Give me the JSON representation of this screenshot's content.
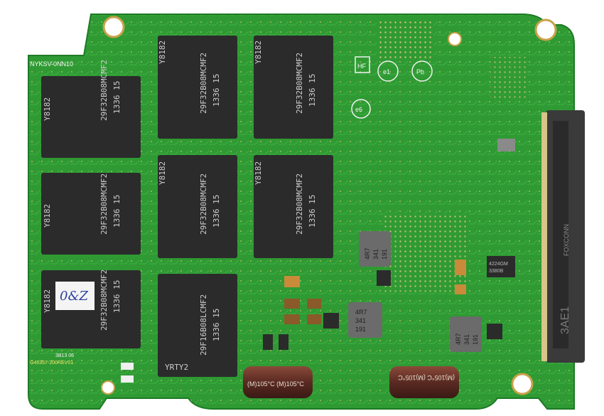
{
  "board": {
    "silkscreen_top_left": "NYKSV-0NN10",
    "silkscreen_bottom_left": "G45357-200REV01",
    "code_3b": "3B13 06",
    "connector_brand": "FOXCONN",
    "connector_code": "3AE1",
    "handwritten_note": "0&Z"
  },
  "nand_chips": [
    {
      "part": "29F32B08MCMF2",
      "date": "1336 15",
      "code": "Y8182"
    },
    {
      "part": "29F32B08MCMF2",
      "date": "1336 15",
      "code": "Y8182"
    },
    {
      "part": "29F32B08MCMF2",
      "date": "1336 15",
      "code": "Y8182"
    },
    {
      "part": "29F32B08MCMF2",
      "date": "1336 15",
      "code": "Y8182"
    },
    {
      "part": "29F32B08MCMF2",
      "date": "1336 15",
      "code": "Y8182"
    },
    {
      "part": "29F32B08MCMF2",
      "date": "1336 15",
      "code": "Y8182"
    },
    {
      "part": "29F16B08LCMF2",
      "date": "1336 15",
      "code": "YRTY2"
    }
  ],
  "inductors": [
    {
      "line1": "4R7",
      "line2": "341",
      "line3": "191"
    },
    {
      "line1": "4R7",
      "line2": "341",
      "line3": "191"
    },
    {
      "line1": "4R7",
      "line2": "341",
      "line3": "191"
    }
  ],
  "ic_small": {
    "line1": "4224GM",
    "line2": "3380B"
  },
  "capacitors": [
    {
      "label": "(M)105°C  (M)105°C"
    },
    {
      "label": "(M)105°C  (M)105°C"
    }
  ],
  "marks": {
    "hf": "HF",
    "e": "e1",
    "pb": "Pb",
    "e6": "e6"
  },
  "colors": {
    "pcb": "#2f9a33",
    "pcb_dark": "#1e7a25",
    "chip": "#2b2b2b",
    "gold": "#c9a24a"
  }
}
